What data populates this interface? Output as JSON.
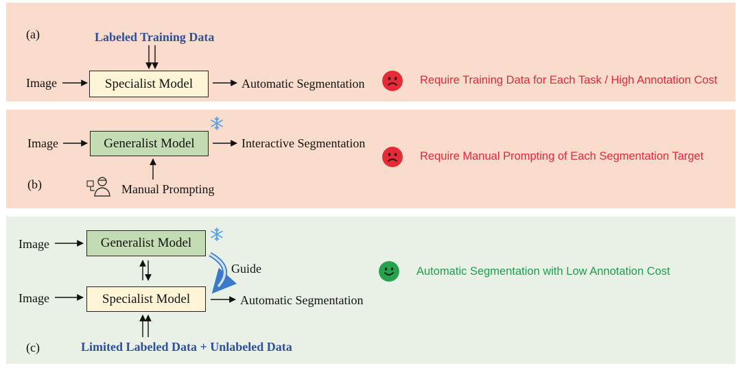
{
  "panel_a": {
    "label": "(a)",
    "top_input": "Labeled Training Data",
    "input": "Image",
    "model": "Specialist Model",
    "output": "Automatic Segmentation",
    "message": "Require Training Data for Each Task / High Annotation Cost",
    "face_icon": "sad-face-icon",
    "color": "#e6283a"
  },
  "panel_b": {
    "label": "(b)",
    "input": "Image",
    "model": "Generalist Model",
    "output": "Interactive Segmentation",
    "prompt": "Manual Prompting",
    "prompt_icon": "person-pointer-icon",
    "frozen_icon": "snowflake-icon",
    "message": "Require Manual Prompting of Each Segmentation Target",
    "face_icon": "sad-face-icon",
    "color": "#e6283a"
  },
  "panel_c": {
    "label": "(c)",
    "input_top": "Image",
    "input_bottom": "Image",
    "generalist": "Generalist Model",
    "specialist": "Specialist Model",
    "guide": "Guide",
    "output": "Automatic Segmentation",
    "bottom_input": "Limited Labeled Data + Unlabeled Data",
    "frozen_icon": "snowflake-icon",
    "message": "Automatic Segmentation with Low Annotation Cost",
    "face_icon": "happy-face-icon",
    "color": "#1f9d4c"
  }
}
